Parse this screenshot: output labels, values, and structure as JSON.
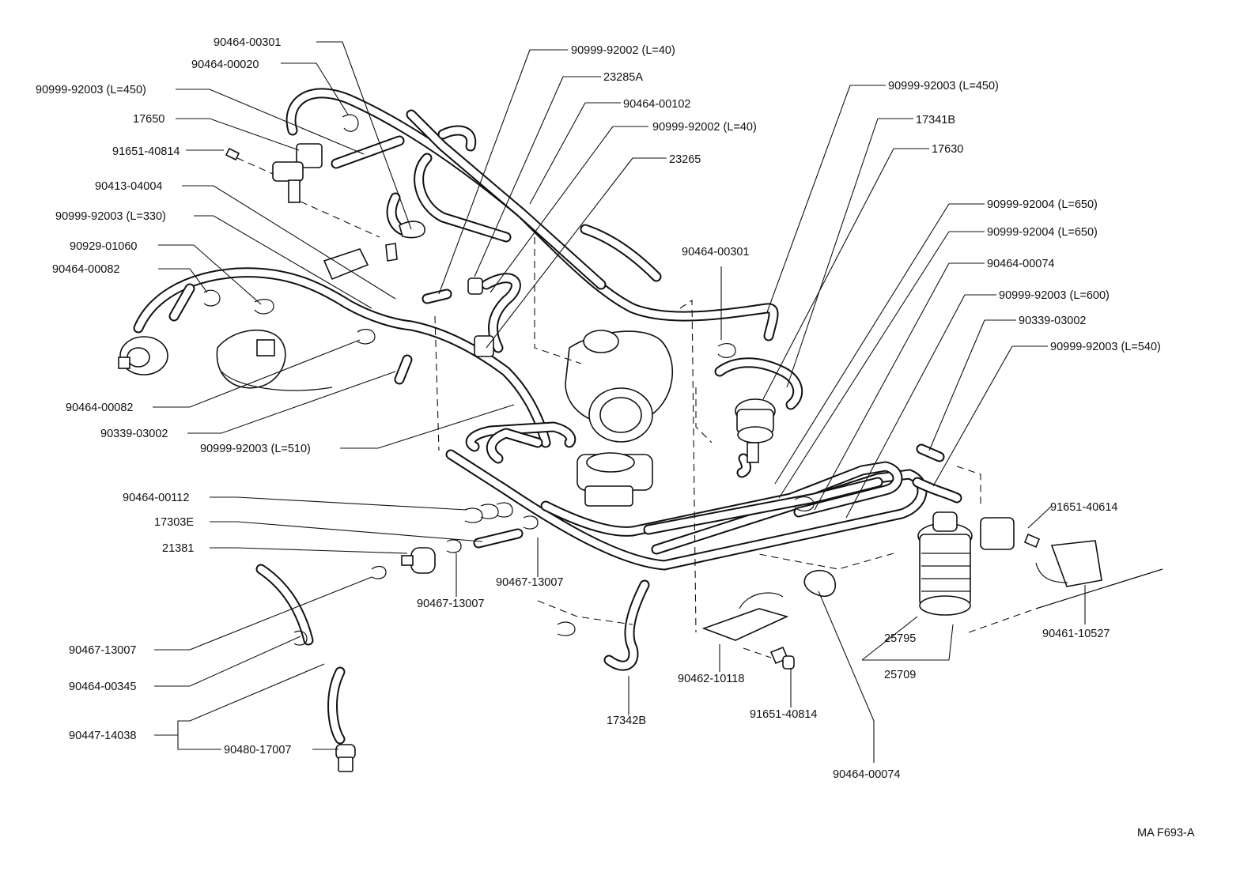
{
  "diagram": {
    "code": "MA F693-A",
    "callouts": [
      {
        "id": "c01",
        "text": "90464-00301"
      },
      {
        "id": "c02",
        "text": "90464-00020"
      },
      {
        "id": "c03",
        "text": "90999-92003 (L=450)"
      },
      {
        "id": "c04",
        "text": "17650"
      },
      {
        "id": "c05",
        "text": "91651-40814"
      },
      {
        "id": "c06",
        "text": "90413-04004"
      },
      {
        "id": "c07",
        "text": "90999-92003 (L=330)"
      },
      {
        "id": "c08",
        "text": "90929-01060"
      },
      {
        "id": "c09",
        "text": "90464-00082"
      },
      {
        "id": "c10",
        "text": "90999-92002 (L=40)"
      },
      {
        "id": "c11",
        "text": "23285A"
      },
      {
        "id": "c12",
        "text": "90464-00102"
      },
      {
        "id": "c13",
        "text": "90999-92002 (L=40)"
      },
      {
        "id": "c14",
        "text": "23265"
      },
      {
        "id": "c15",
        "text": "90999-92003 (L=450)"
      },
      {
        "id": "c16",
        "text": "17341B"
      },
      {
        "id": "c17",
        "text": "17630"
      },
      {
        "id": "c18",
        "text": "90999-92004 (L=650)"
      },
      {
        "id": "c19",
        "text": "90999-92004 (L=650)"
      },
      {
        "id": "c20",
        "text": "90464-00301"
      },
      {
        "id": "c21",
        "text": "90464-00074"
      },
      {
        "id": "c22",
        "text": "90999-92003 (L=600)"
      },
      {
        "id": "c23",
        "text": "90339-03002"
      },
      {
        "id": "c24",
        "text": "90999-92003 (L=540)"
      },
      {
        "id": "c25",
        "text": "90464-00082"
      },
      {
        "id": "c26",
        "text": "90339-03002"
      },
      {
        "id": "c27",
        "text": "90999-92003 (L=510)"
      },
      {
        "id": "c28",
        "text": "90464-00112"
      },
      {
        "id": "c29",
        "text": "17303E"
      },
      {
        "id": "c30",
        "text": "21381"
      },
      {
        "id": "c31",
        "text": "90467-13007"
      },
      {
        "id": "c32",
        "text": "90467-13007"
      },
      {
        "id": "c33",
        "text": "91651-40614"
      },
      {
        "id": "c34",
        "text": "90467-13007"
      },
      {
        "id": "c35",
        "text": "90464-00345"
      },
      {
        "id": "c36",
        "text": "90447-14038"
      },
      {
        "id": "c37",
        "text": "90480-17007"
      },
      {
        "id": "c38",
        "text": "17342B"
      },
      {
        "id": "c39",
        "text": "90462-10118"
      },
      {
        "id": "c40",
        "text": "91651-40814"
      },
      {
        "id": "c41",
        "text": "90464-00074"
      },
      {
        "id": "c42",
        "text": "25795"
      },
      {
        "id": "c43",
        "text": "25709"
      },
      {
        "id": "c44",
        "text": "90461-10527"
      }
    ]
  }
}
